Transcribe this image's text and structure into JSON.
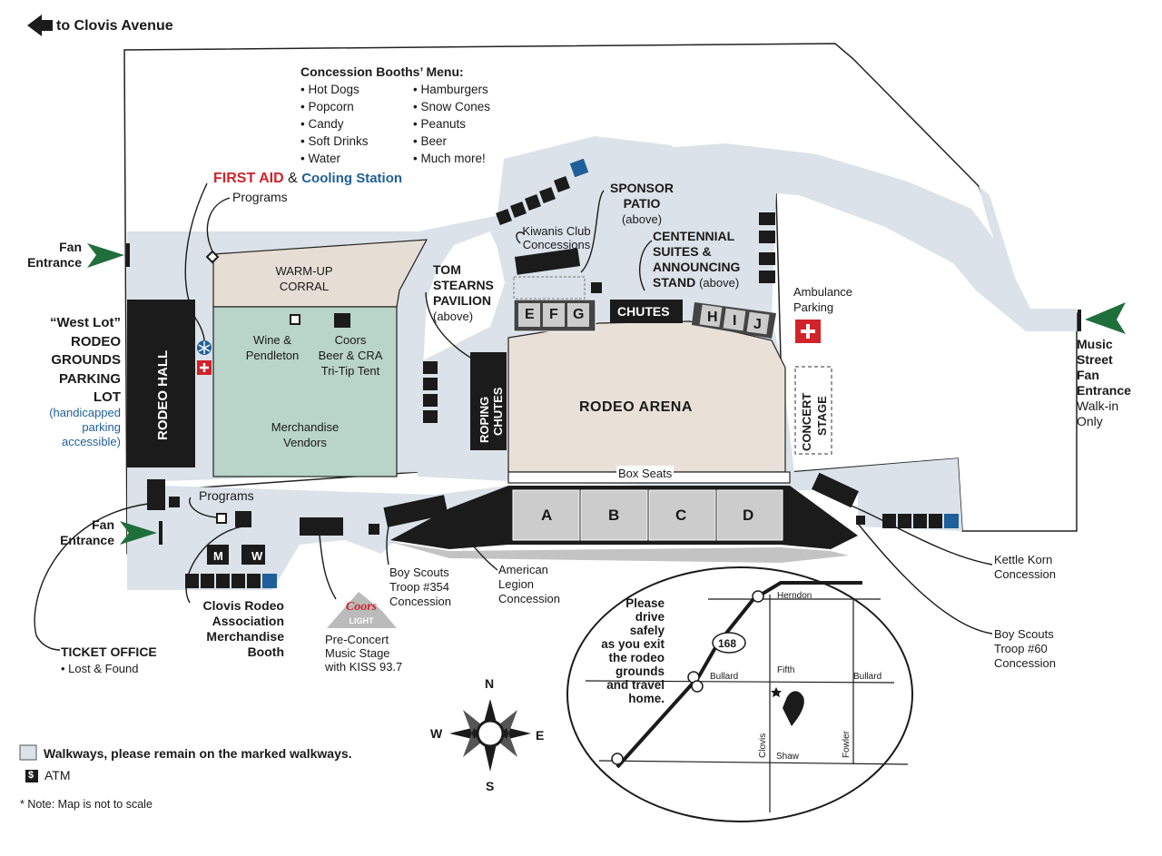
{
  "header": {
    "back_label": "to Clovis Avenue"
  },
  "menu": {
    "title": "Concession Booths’ Menu:",
    "col1": [
      "• Hot Dogs",
      "• Popcorn",
      "• Candy",
      "• Soft Drinks",
      "• Water"
    ],
    "col2": [
      "• Hamburgers",
      "• Snow Cones",
      "• Peanuts",
      "• Beer",
      "• Much more!"
    ]
  },
  "first_aid": {
    "label": "FIRST AID",
    "amp": "&",
    "cooling": "Cooling Station"
  },
  "programs": {
    "top": "Programs",
    "bottom": "Programs"
  },
  "entrances": {
    "fan_top": [
      "Fan",
      "Entrance"
    ],
    "fan_bottom": [
      "Fan",
      "Entrance"
    ],
    "music_street": [
      "Music",
      "Street",
      "Fan",
      "Entrance"
    ],
    "walk_in": [
      "Walk-in",
      "Only"
    ]
  },
  "west_lot": {
    "lines": [
      "“West Lot”",
      "RODEO",
      "GROUNDS",
      "PARKING",
      "LOT"
    ],
    "note": [
      "(handicapped",
      "parking",
      "accessible)"
    ]
  },
  "buildings": {
    "rodeo_hall": "RODEO HALL",
    "warmup": [
      "WARM-UP",
      "CORRAL"
    ],
    "wine": [
      "Wine &",
      "Pendleton"
    ],
    "coors_tent": [
      "Coors",
      "Beer & CRA",
      "Tri-Tip Tent"
    ],
    "merch_vendors": [
      "Merchandise",
      "Vendors"
    ],
    "tom_stearns": [
      "TOM",
      "STEARNS",
      "PAVILION"
    ],
    "above": "(above)",
    "roping": [
      "ROPING",
      "CHUTES"
    ],
    "arena": "RODEO ARENA",
    "box_seats": "Box Seats",
    "sections": [
      "A",
      "B",
      "C",
      "D"
    ],
    "efg": [
      "E",
      "F",
      "G"
    ],
    "hij": [
      "H",
      "I",
      "J"
    ],
    "chutes": "CHUTES",
    "kiwanis": [
      "Kiwanis Club",
      "Concessions"
    ],
    "sponsor": [
      "SPONSOR",
      "PATIO"
    ],
    "centennial": [
      "CENTENNIAL",
      "SUITES &",
      "ANNOUNCING",
      "STAND"
    ],
    "concert": [
      "CONCERT",
      "STAGE"
    ],
    "ambulance": [
      "Ambulance",
      "Parking"
    ]
  },
  "callouts": {
    "ticket_office": "TICKET OFFICE",
    "lost_found": "• Lost & Found",
    "cra_booth": [
      "Clovis Rodeo",
      "Association",
      "Merchandise",
      "Booth"
    ],
    "coors_logo": [
      "Coors",
      "LIGHT"
    ],
    "pre_concert": [
      "Pre-Concert",
      "Music Stage",
      "with KISS 93.7"
    ],
    "troop354": [
      "Boy Scouts",
      "Troop #354",
      "Concession"
    ],
    "legion": [
      "American",
      "Legion",
      "Concession"
    ],
    "kettle": [
      "Kettle Korn",
      "Concession"
    ],
    "troop60": [
      "Boy Scouts",
      "Troop #60",
      "Concession"
    ]
  },
  "restroom_marks": {
    "men": "M",
    "women": "W"
  },
  "inset": {
    "drive": [
      "Please",
      "drive",
      "safely",
      "as you exit",
      "the rodeo",
      "grounds",
      "and travel",
      "home."
    ],
    "highway": "168",
    "herndon": "Herndon",
    "bullard_w": "Bullard",
    "bullard_e": "Bullard",
    "fifth": "Fifth",
    "clovis": "Clovis",
    "shaw": "Shaw",
    "fowler": "Fowler"
  },
  "compass": {
    "n": "N",
    "s": "S",
    "e": "E",
    "w": "W"
  },
  "legend": {
    "walkways": "Walkways, please remain on the marked walkways.",
    "atm_symbol": "$",
    "atm": "ATM",
    "note": "* Note: Map is not to scale"
  },
  "colors": {
    "walkway": "#dbe2e9",
    "corral": "#e6ddd4",
    "vendors": "#b9d4c8",
    "arena": "#e9e1d8",
    "dark": "#1b1b1b",
    "green": "#1f6f3a",
    "red": "#d1232a",
    "blue": "#1f5f9a"
  }
}
